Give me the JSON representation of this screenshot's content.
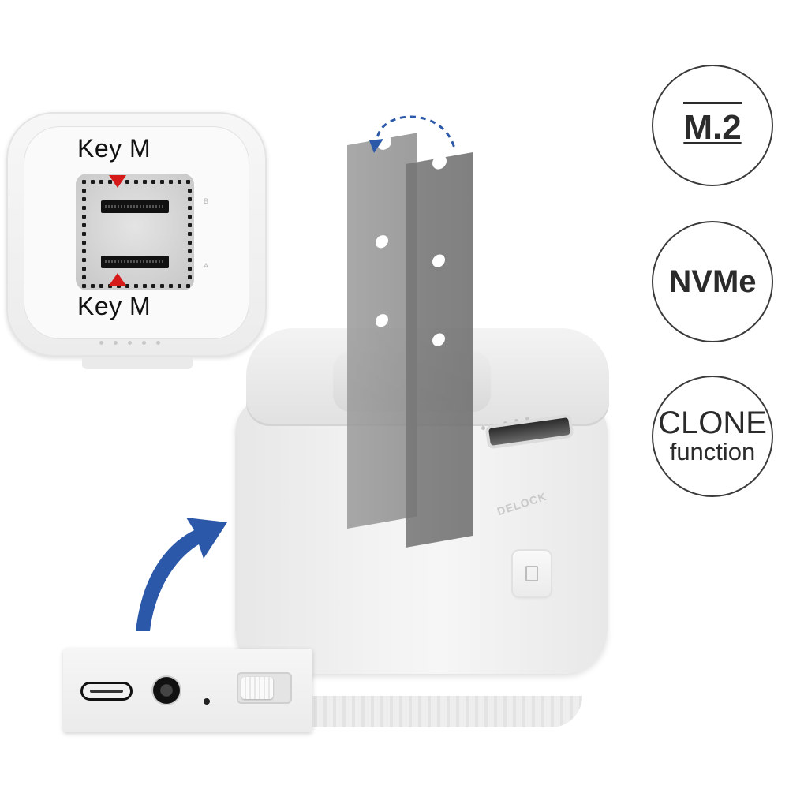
{
  "top_view": {
    "key_label_top": "Key M",
    "key_label_bottom": "Key M",
    "side_mark_top": "B",
    "side_mark_bottom": "A"
  },
  "badges": {
    "m2": "M.2",
    "nvme": "NVMe",
    "clone_line1": "CLONE",
    "clone_line2": "function"
  },
  "dock": {
    "logo": "DELOCK"
  },
  "colors": {
    "accent_red": "#d61a1a",
    "arrow_blue": "#2b58a8",
    "badge_border": "#3b3b3b"
  },
  "icons": [
    "rotate-arrow-icon",
    "curved-arrow-icon",
    "usb-c-port-icon",
    "dc-jack-icon",
    "clone-button-icon"
  ]
}
